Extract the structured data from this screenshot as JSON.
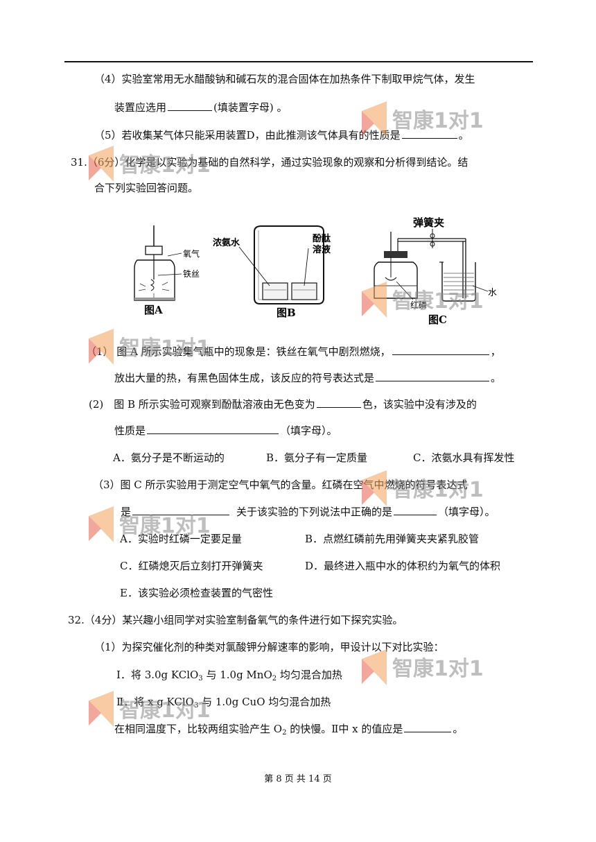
{
  "q30": {
    "p4_a": "（4）实验室常用无水醋酸钠和碱石灰的混合固体在加热条件下制取甲烷气体，发生",
    "p4_b1": "装置应选用",
    "p4_b2": "(填装置字母) 。",
    "p5_a": "（5）若收集某气体只能采用装置D，由此推测该气体具有的性质是",
    "p5_b": "。"
  },
  "q31": {
    "intro_a": "31.（6分）化学是以实验为基础的自然科学，通过实验现象的观察和分析得到结论。结",
    "intro_b": "合下列实验回答问题。",
    "figA": {
      "label_o2": "氧气",
      "label_wire": "铁丝",
      "caption": "图A"
    },
    "figB": {
      "label_left": "浓氨水",
      "label_right_1": "酚酞",
      "label_right_2": "溶液",
      "caption": "图B"
    },
    "figC": {
      "label_clamp": "弹簧夹",
      "label_p": "红磷",
      "label_water": "水",
      "caption": "图C"
    },
    "s1_a1": "（1） 图 A 所示实验集气瓶中的现象是：铁丝在氧气中剧烈燃烧，",
    "s1_a2": "，",
    "s1_b1": "放出大量的热，有黑色固体生成，该反应的符号表达式是",
    "s1_b2": "。",
    "s2_a1": "(2)　图 B 所示实验可观察到酚酞溶液由无色变为",
    "s2_a2": "色，该实验中没有涉及的",
    "s2_b1": "性质是",
    "s2_b2": "（填字母）。",
    "s2_opts": [
      "A．氨分子是不断运动的",
      "B．氨分子有一定质量",
      "C．浓氨水具有挥发性"
    ],
    "s3_a": "（3）图  C  所示实验用于测定空气中氧气的含量。红磷在空气中燃烧的符号表达式",
    "s3_b1": "是",
    "s3_b2": "关于该实验的下列说法中正确的是",
    "s3_b3": "（填字母）。",
    "s3_optA": "A．实验时红磷一定要足量",
    "s3_optB": "B．点燃红磷前先用弹簧夹夹紧乳胶管",
    "s3_optC": "C．红磷熄灭后立刻打开弹簧夹",
    "s3_optD": "D．最终进入瓶中水的体积约为氧气的体积",
    "s3_optE": "E．该实验必须检查装置的气密性"
  },
  "q32": {
    "intro": "32.（4分）某兴趣小组同学对实验室制备氧气的条件进行如下探究实验。",
    "s1": "（1）为探究催化剂的种类对氯酸钾分解速率的影响，甲设计以下对比实验：",
    "e1_a": "Ⅰ．将 3.0g KClO",
    "e1_s1": "3",
    "e1_b": " 与 1.0g MnO",
    "e1_s2": "2",
    "e1_c": " 均匀混合加热",
    "e2_a": "Ⅱ．将 x g KClO",
    "e2_s1": "3",
    "e2_b": " 与 1.0g CuO 均匀混合加热",
    "e3_a": "在相同温度下，比较两组实验产生 O",
    "e3_s": "2",
    "e3_b": " 的快慢。Ⅱ中 x 的值应是",
    "e3_c": "。"
  },
  "footer": "第 8 页 共 14 页",
  "watermark": "智康1对1"
}
